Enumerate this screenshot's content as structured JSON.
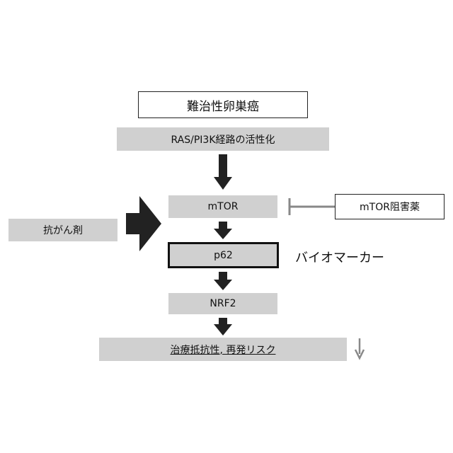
{
  "diagram": {
    "top_box": "難治性卵巣癌",
    "pathway": "RAS/PI3K経路の活性化",
    "mtor": "mTOR",
    "inhibitor": "mTOR阻害薬",
    "anticancer": "抗がん剤",
    "p62": "p62",
    "biomarker": "バイオマーカー",
    "nrf2": "NRF2",
    "outcome": "治療抵抗性, 再発リスク"
  },
  "colors": {
    "box_fill": "#d0d0d0",
    "arrow": "#222222",
    "inhibit_line": "#888888"
  }
}
